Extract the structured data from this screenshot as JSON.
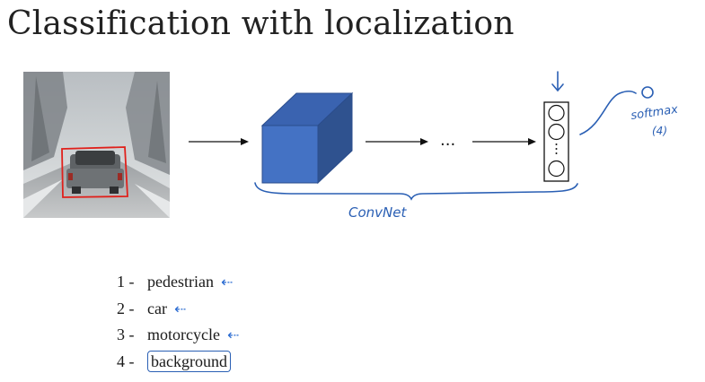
{
  "title": "Classification with localization",
  "annotations": {
    "dots": "...",
    "convnet": "ConvNet",
    "softmax_line1": "softmax",
    "softmax_line2": "(4)"
  },
  "classes": [
    {
      "num": "1 -",
      "label": "pedestrian",
      "arrow": "⇠"
    },
    {
      "num": "2 -",
      "label": "car",
      "arrow": "⇠"
    },
    {
      "num": "3 -",
      "label": "motorcycle",
      "arrow": "⇠"
    },
    {
      "num": "4 -",
      "label": "background",
      "arrow": ""
    }
  ],
  "colors": {
    "cube_front": "#4472c4",
    "cube_top": "#3a63b0",
    "cube_side": "#2f528f",
    "ink": "#2a5fb4",
    "bbox": "#e0201b"
  }
}
